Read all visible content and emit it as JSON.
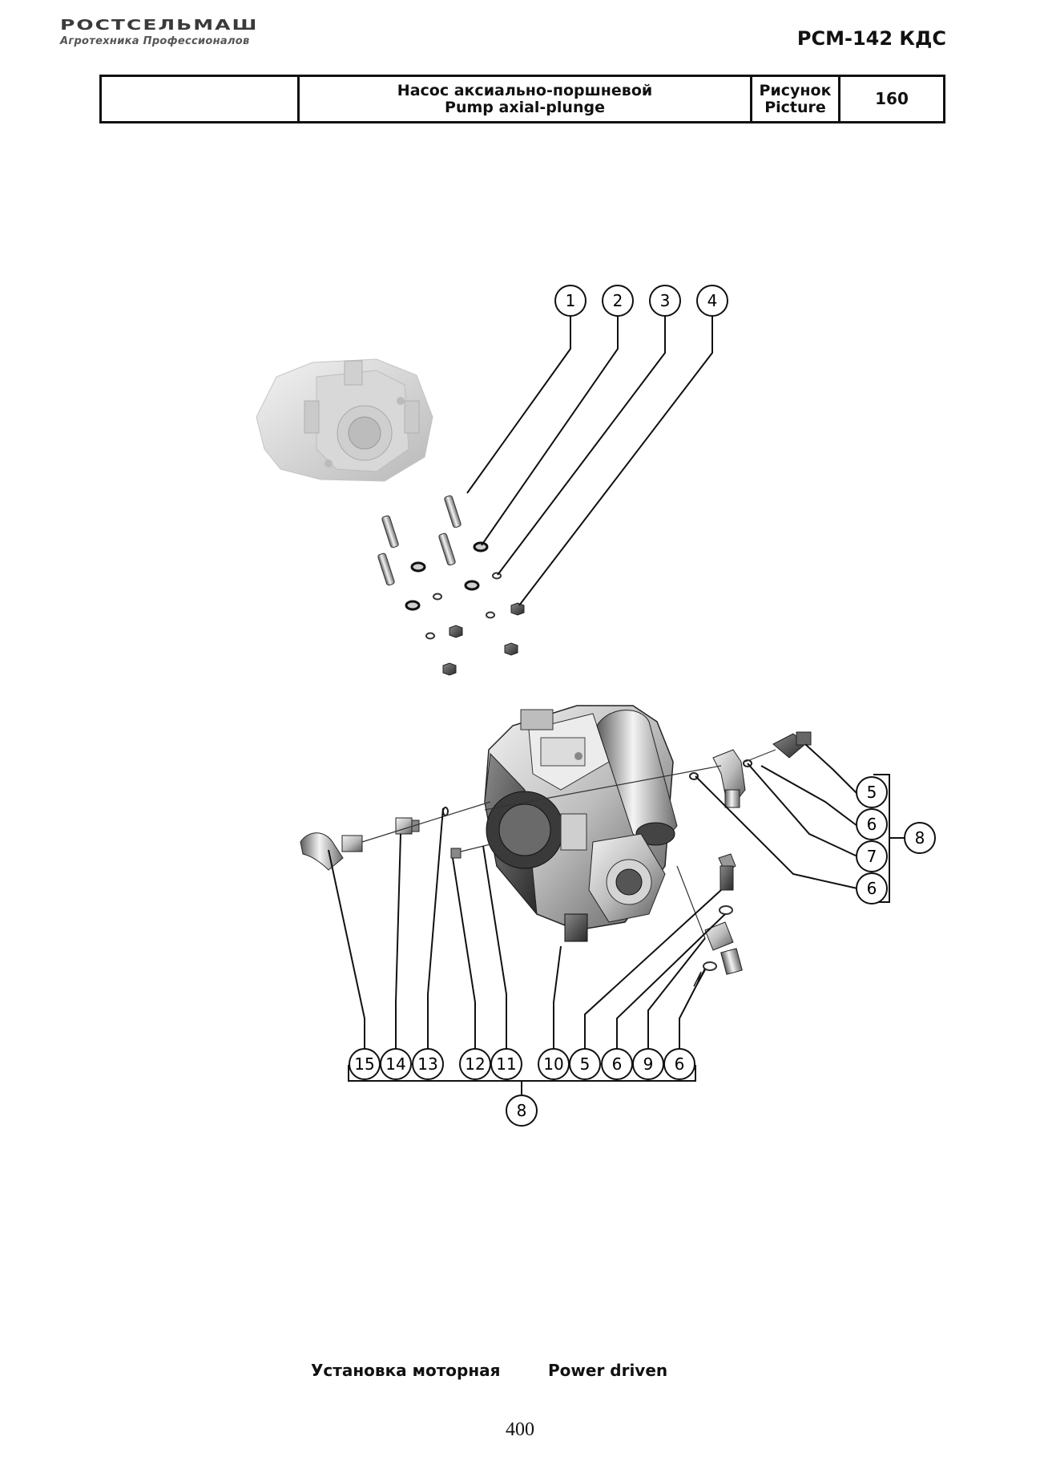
{
  "header": {
    "brand": "РОСТСЕЛЬМАШ",
    "tagline": "Агротехника Профессионалов",
    "model": "РСМ-142 КДС"
  },
  "title_block": {
    "empty_cell": "",
    "name_ru": "Насос аксиально-поршневой",
    "name_en": "Pump axial-plunge",
    "picture_ru": "Рисунок",
    "picture_en": "Picture",
    "picture_number": "160"
  },
  "callouts": {
    "top": [
      "1",
      "2",
      "3",
      "4"
    ],
    "right": [
      "5",
      "6",
      "7",
      "6"
    ],
    "right_group": "8",
    "bottom": [
      "15",
      "14",
      "13",
      "12",
      "11",
      "10",
      "5",
      "6",
      "9",
      "6"
    ],
    "bottom_group": "8"
  },
  "caption": {
    "ru": "Установка моторная",
    "en": "Power driven"
  },
  "page_number": "400"
}
